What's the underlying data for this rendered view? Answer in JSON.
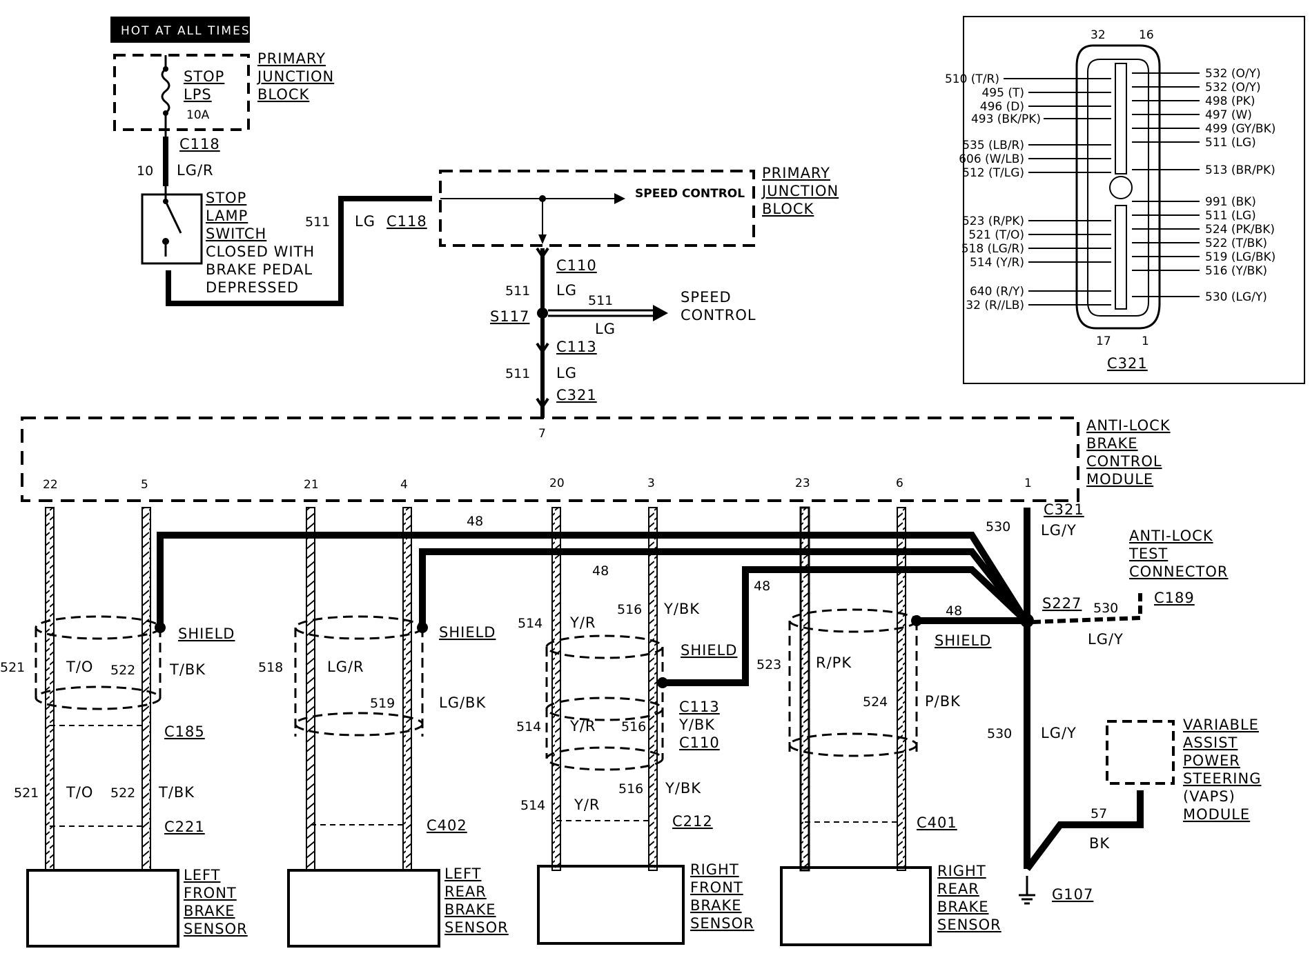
{
  "hot_banner": "HOT AT ALL TIMES",
  "fuse": {
    "name_line1": "STOP",
    "name_line2": "LPS",
    "rating": "10A"
  },
  "primary_junction_block_1": [
    "PRIMARY",
    "JUNCTION",
    "BLOCK"
  ],
  "primary_junction_block_2": [
    "PRIMARY",
    "JUNCTION",
    "BLOCK"
  ],
  "connectors": {
    "c118_top": "C118",
    "c118_mid": "C118",
    "c110_top": "C110",
    "c113_top": "C113",
    "c321_top": "C321",
    "c321_module": "C321",
    "c185": "C185",
    "c221": "C221",
    "c402": "C402",
    "c113_mid": "C113",
    "c110_mid": "C110",
    "c212": "C212",
    "c401": "C401",
    "c189": "C189",
    "s117": "S117",
    "s227": "S227",
    "g107": "G107"
  },
  "wire_labels": {
    "w10": "10",
    "lgr_top": "LG/R",
    "w511_a": "511",
    "lg_a": "LG",
    "w511_b": "511",
    "lg_b": "LG",
    "w511_c": "511",
    "lg_c": "LG",
    "w511_d": "511",
    "lg_d": "LG",
    "w48_a": "48",
    "w48_b": "48",
    "w48_c": "48",
    "w48_d": "48",
    "w530_a": "530",
    "lgy_a": "LG/Y",
    "w530_b": "530",
    "lgy_b": "LG/Y",
    "w530_c": "530",
    "lgy_c": "LG/Y",
    "w57": "57",
    "bk": "BK",
    "w521_a": "521",
    "to_a": "T/O",
    "w522_a": "522",
    "tbk_a": "T/BK",
    "w521_b": "521",
    "to_b": "T/O",
    "w522_b": "522",
    "tbk_b": "T/BK",
    "w518": "518",
    "lgr": "LG/R",
    "w519": "519",
    "lgbk": "LG/BK",
    "w514_a": "514",
    "yr_a": "Y/R",
    "w516_a": "516",
    "ybk_a": "Y/BK",
    "w514_b": "514",
    "yr_b": "Y/R",
    "w516_b": "516",
    "ybk_b": "Y/BK",
    "w514_c": "514",
    "yr_c": "Y/R",
    "w516_c": "516",
    "ybk_c": "Y/BK",
    "w523": "523",
    "rpk": "R/PK",
    "w524": "524",
    "pbk": "P/BK"
  },
  "stop_lamp_switch": [
    "STOP",
    "LAMP",
    "SWITCH",
    "CLOSED WITH",
    "BRAKE PEDAL",
    "DEPRESSED"
  ],
  "speed_control_internal": "SPEED CONTROL",
  "speed_control_out": [
    "SPEED",
    "CONTROL"
  ],
  "abs_module": {
    "label": [
      "ANTI-LOCK",
      "BRAKE",
      "CONTROL",
      "MODULE"
    ],
    "pins": [
      "7",
      "22",
      "5",
      "21",
      "4",
      "20",
      "3",
      "23",
      "6",
      "1"
    ]
  },
  "shield": "SHIELD",
  "anti_lock_test": [
    "ANTI-LOCK",
    "TEST",
    "CONNECTOR"
  ],
  "vaps": [
    "VARIABLE",
    "ASSIST",
    "POWER",
    "STEERING",
    "(VAPS)",
    "MODULE"
  ],
  "sensors": {
    "lf": [
      "LEFT",
      "FRONT",
      "BRAKE",
      "SENSOR"
    ],
    "lr": [
      "LEFT",
      "REAR",
      "BRAKE",
      "SENSOR"
    ],
    "rf": [
      "RIGHT",
      "FRONT",
      "BRAKE",
      "SENSOR"
    ],
    "rr": [
      "RIGHT",
      "REAR",
      "BRAKE",
      "SENSOR"
    ]
  },
  "c321_face": {
    "title": "C321",
    "top_left": "32",
    "top_right": "16",
    "bottom_left": "17",
    "bottom_right": "1",
    "left_pins": [
      "510 (T/R)",
      "495 (T)",
      "496 (D)",
      "493 (BK/PK)",
      "535 (LB/R)",
      "606 (W/LB)",
      "512 (T/LG)",
      "523 (R/PK)",
      "521 (T/O)",
      "518 (LG/R)",
      "514 (Y/R)",
      "640 (R/Y)",
      "32 (R//LB)"
    ],
    "right_pins": [
      "532 (O/Y)",
      "532 (O/Y)",
      "498 (PK)",
      "497 (W)",
      "499 (GY/BK)",
      "511 (LG)",
      "513 (BR/PK)",
      "991 (BK)",
      "511 (LG)",
      "524 (PK/BK)",
      "522 (T/BK)",
      "519 (LG/BK)",
      "516 (Y/BK)",
      "530 (LG/Y)"
    ]
  }
}
